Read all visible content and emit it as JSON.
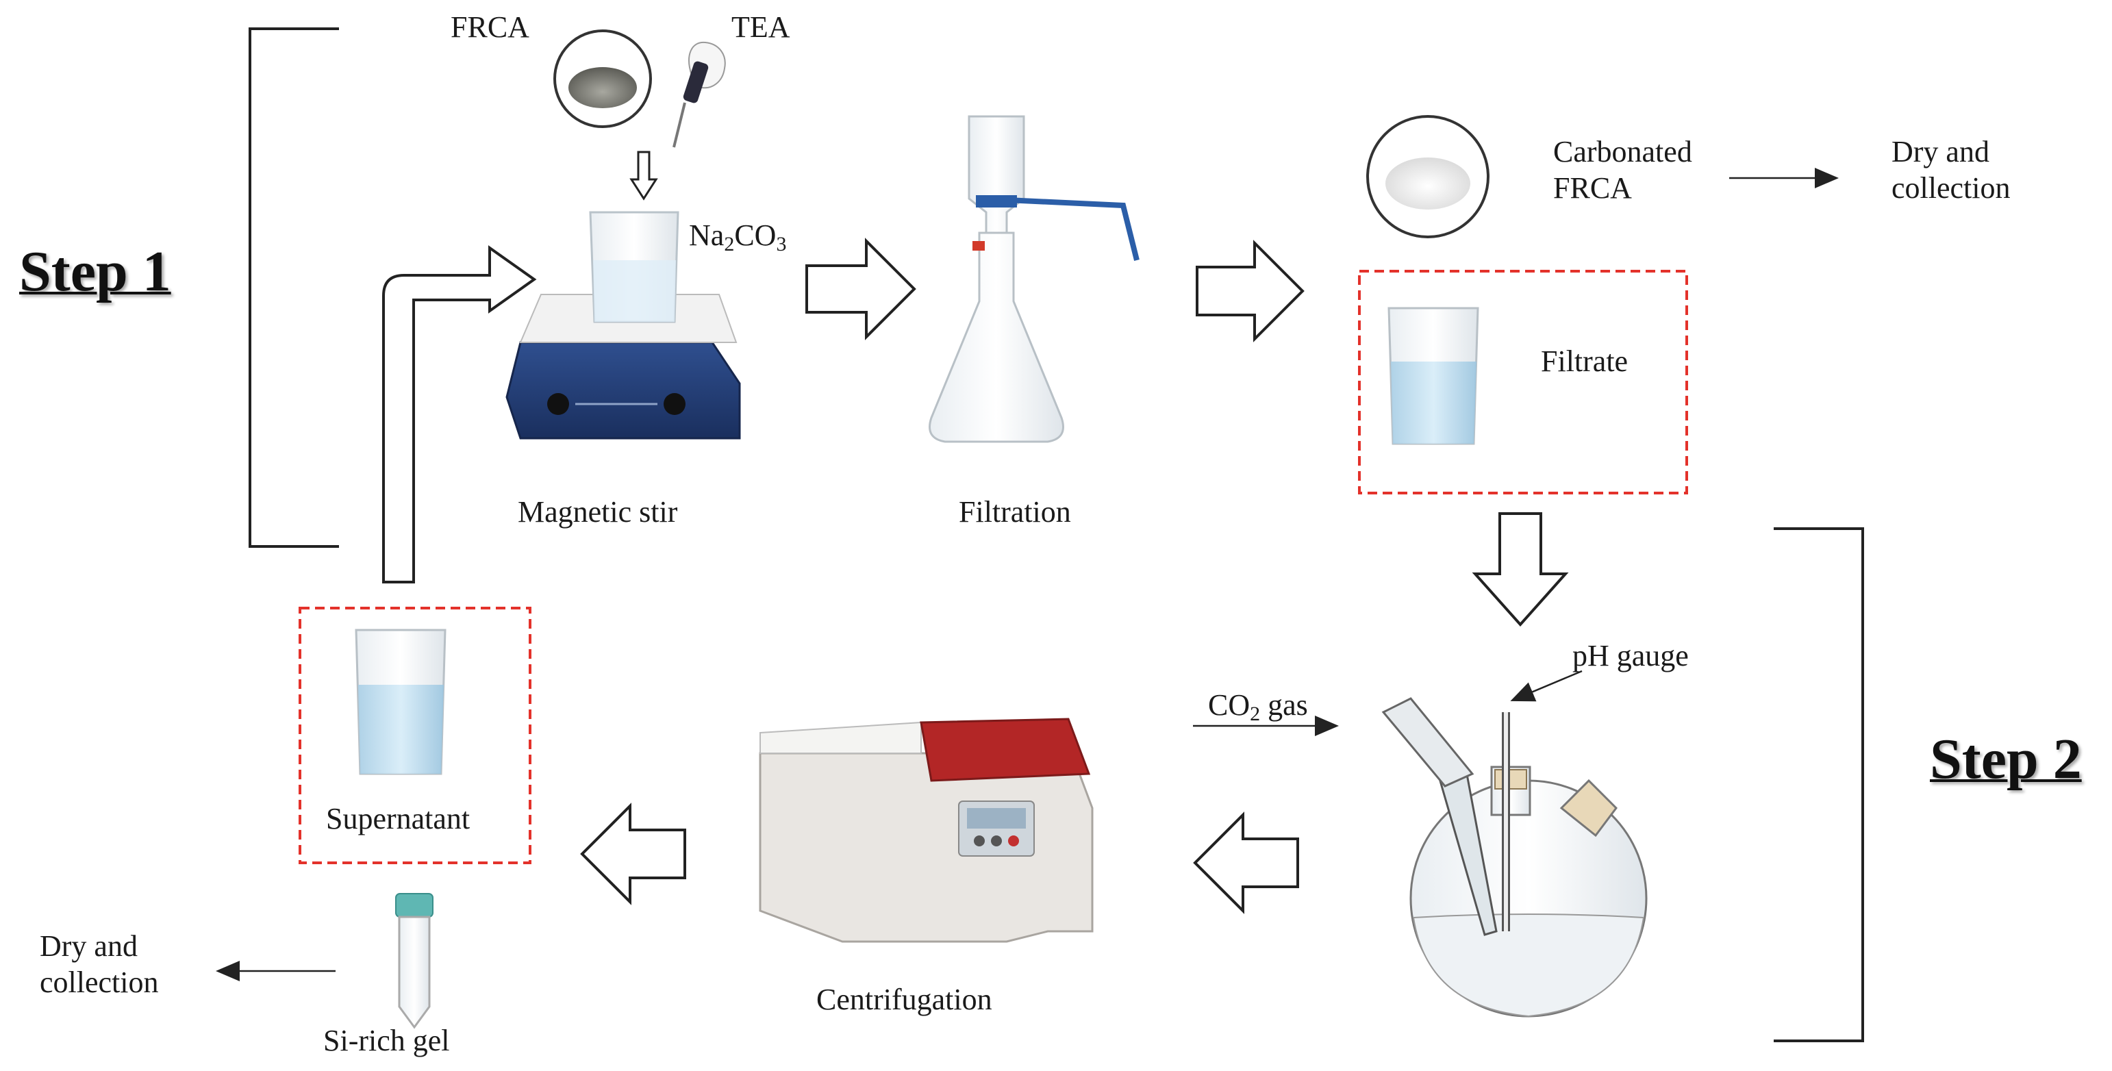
{
  "step1": "Step 1",
  "step2": "Step 2",
  "reagents": {
    "frca": "FRCA",
    "tea": "TEA",
    "na2co3_main": "Na",
    "na2co3_sub1": "2",
    "na2co3_mid": "CO",
    "na2co3_sub2": "3"
  },
  "stages": {
    "magnetic_stir": "Magnetic stir",
    "filtration": "Filtration",
    "centrifugation": "Centrifugation"
  },
  "products": {
    "carbonated_line1": "Carbonated",
    "carbonated_line2": "FRCA",
    "dry_top_line1": "Dry and",
    "dry_top_line2": "collection",
    "filtrate": "Filtrate",
    "supernatant": "Supernatant",
    "si_gel": "Si-rich gel",
    "dry_bottom_line1": "Dry and",
    "dry_bottom_line2": "collection"
  },
  "reactor": {
    "co2_main": "CO",
    "co2_sub": "2",
    "co2_gas": " gas",
    "ph_gauge": "pH gauge"
  }
}
